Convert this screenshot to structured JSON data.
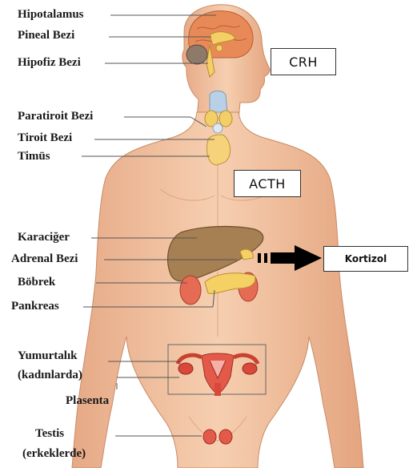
{
  "labels": {
    "hipotalamus": "Hipotalamus",
    "pineal": "Pineal Bezi",
    "hipofiz": "Hipofiz Bezi",
    "paratiroit": "Paratiroit Bezi",
    "tiroit": "Tiroit Bezi",
    "timus": "Timüs",
    "karaciger": "Karaciğer",
    "adrenal": "Adrenal Bezi",
    "bobrek": "Böbrek",
    "pankreas": "Pankreas",
    "yumurtalik": "Yumurtalık",
    "kadinlarda": "(kadınlarda)",
    "plasenta": "Plasenta",
    "testis": "Testis",
    "erkeklerde": "(erkeklerde)"
  },
  "hormones": {
    "crh": "CRH",
    "acth": "ACTH",
    "kortizol": "Kortizol"
  },
  "colors": {
    "skin": "#f2c29f",
    "skin_shadow": "#e0a27e",
    "brain": "#e78a56",
    "liver": "#a57e52",
    "kidney": "#e56b55",
    "gland_yellow": "#f7d265",
    "ovary_red": "#d9483a",
    "thyroid_blue": "#b7cfe6"
  }
}
